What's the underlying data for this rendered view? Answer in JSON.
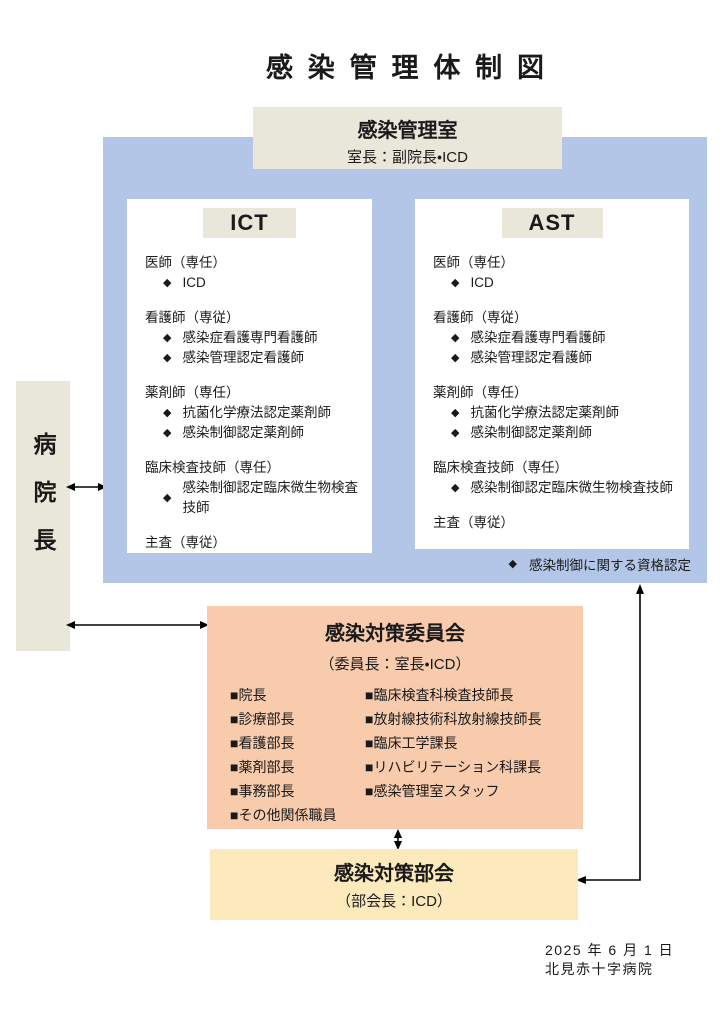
{
  "page": {
    "title": "感染管理体制図",
    "date": "2025 年 6 月 1 日",
    "hospital": "北見赤十字病院"
  },
  "colors": {
    "panel_blue": "#b3c6e7",
    "box_cream": "#e9e6da",
    "committee_orange": "#f8cbad",
    "subcommittee_yellow": "#fce9bc",
    "line_black": "#000000"
  },
  "bullets": {
    "diamond": "◆",
    "square": "■"
  },
  "office": {
    "title": "感染管理室",
    "subtitle": "室長：副院長・ICD"
  },
  "director": {
    "label": "病院長"
  },
  "teams": [
    {
      "tag": "ICT",
      "groups": [
        {
          "header": "医師（専任）",
          "items": [
            "ICD"
          ]
        },
        {
          "header": "看護師（専従）",
          "items": [
            "感染症看護専門看護師",
            "感染管理認定看護師"
          ]
        },
        {
          "header": "薬剤師（専任）",
          "items": [
            "抗菌化学療法認定薬剤師",
            "感染制御認定薬剤師"
          ]
        },
        {
          "header": "臨床検査技師（専任）",
          "items": [
            "感染制御認定臨床微生物検査技師"
          ]
        },
        {
          "header": "主査（専従）",
          "items": []
        }
      ]
    },
    {
      "tag": "AST",
      "groups": [
        {
          "header": "医師（専任）",
          "items": [
            "ICD"
          ]
        },
        {
          "header": "看護師（専従）",
          "items": [
            "感染症看護専門看護師",
            "感染管理認定看護師"
          ]
        },
        {
          "header": "薬剤師（専任）",
          "items": [
            "抗菌化学療法認定薬剤師",
            "感染制御認定薬剤師"
          ]
        },
        {
          "header": "臨床検査技師（専任）",
          "items": [
            "感染制御認定臨床微生物検査技師"
          ]
        },
        {
          "header": "主査（専従）",
          "items": []
        }
      ]
    }
  ],
  "footnote": {
    "text": "感染制御に関する資格認定"
  },
  "committee": {
    "title": "感染対策委員会",
    "subtitle": "（委員長：室長・ICD）",
    "left_members": [
      "院長",
      "診療部長",
      "看護部長",
      "薬剤部長",
      "事務部長",
      "その他関係職員"
    ],
    "right_members": [
      "臨床検査科検査技師長",
      "放射線技術科放射線技師長",
      "臨床工学課長",
      "リハビリテーション科課長",
      "感染管理室スタッフ"
    ]
  },
  "subcommittee": {
    "title": "感染対策部会",
    "subtitle": "（部会長：ICD）"
  }
}
